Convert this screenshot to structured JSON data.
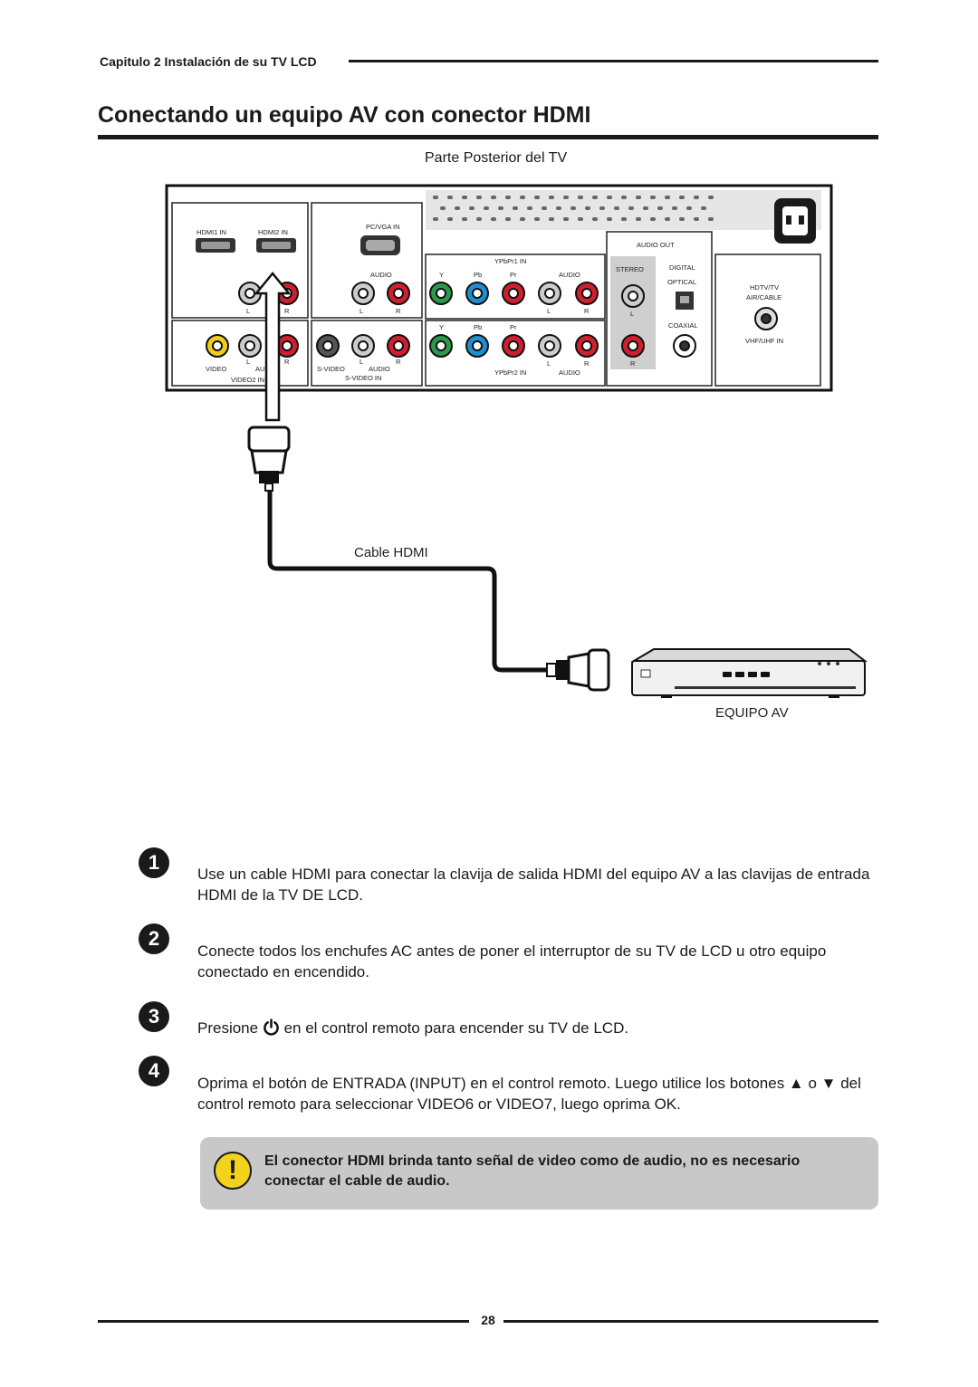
{
  "header": {
    "chapter": "Capitulo 2 Instalación de su TV LCD",
    "title": "Conectando un equipo AV con conector HDMI"
  },
  "diagram": {
    "subtitle": "Parte Posterior del TV",
    "cable_label": "Cable HDMI",
    "device_label": "EQUIPO AV",
    "panel": {
      "hdmi1": "HDMI1 IN",
      "hdmi2": "HDMI2 IN",
      "pcvga": "PC/VGA IN",
      "audio": "AUDIO",
      "audio_out": "AUDIO OUT",
      "ypbpr1": "YPbPr1 IN",
      "ypbpr2": "YPbPr2 IN",
      "y": "Y",
      "pb": "Pb",
      "pr": "Pr",
      "l": "L",
      "r": "R",
      "stereo": "STEREO",
      "digital": "DIGITAL",
      "optical": "OPTICAL",
      "coaxial": "COAXIAL",
      "hdtv": "HDTV/TV",
      "aircable": "AIR/CABLE",
      "vhf": "VHF/UHF IN",
      "video": "VIDEO",
      "video2": "VIDEO2 IN",
      "svideo": "S-VIDEO",
      "svideo_in": "S-VIDEO IN"
    }
  },
  "steps": [
    {
      "num": "1",
      "text": "Use un cable HDMI para conectar la clavija de salida HDMI del equipo AV a las clavijas de entrada HDMI de la TV DE LCD."
    },
    {
      "num": "2",
      "text": "Conecte todos los enchufes AC antes de poner el interruptor de su TV de LCD u otro equipo conectado en encendido."
    },
    {
      "num": "3",
      "text_before": "Presione",
      "text_after": "en el control remoto para encender su TV de LCD."
    },
    {
      "num": "4",
      "text": "Oprima el botón de ENTRADA (INPUT) en el control remoto. Luego utilice los botones ▲ o ▼ del control remoto para seleccionar VIDEO6 or VIDEO7, luego oprima OK."
    }
  ],
  "note": {
    "icon": "exclamation-icon",
    "text": "El conector HDMI brinda tanto señal de video como de audio, no es necesario conectar el cable de audio."
  },
  "footer": {
    "page": "28"
  }
}
